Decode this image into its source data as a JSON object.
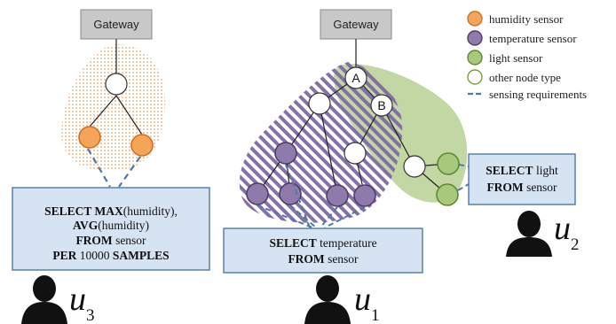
{
  "gateways": {
    "left": "Gateway",
    "right": "Gateway"
  },
  "node_labels": {
    "a": "A",
    "b": "B"
  },
  "legend": [
    {
      "label": "humidity  sensor",
      "icon": "humidity-sensor-icon",
      "fill": "#f5a55a",
      "stroke": "#d46f1f"
    },
    {
      "label": "temperature sensor",
      "icon": "temperature-sensor-icon",
      "fill": "#8e7bab",
      "stroke": "#4f3d6a"
    },
    {
      "label": "light sensor",
      "icon": "light-sensor-icon",
      "fill": "#a7c97b",
      "stroke": "#5f8a35"
    },
    {
      "label": "other node type",
      "icon": "other-node-icon",
      "fill": "#ffffff",
      "stroke": "#7aa040"
    },
    {
      "label": "sensing requirements",
      "icon": "dashed-line-icon",
      "fill": "",
      "stroke": "#4f78a8"
    }
  ],
  "queries": {
    "q3": {
      "l1_kw1": "SELECT MAX",
      "l1_rest": "(humidity),",
      "l2_kw": "AVG",
      "l2_rest": "(humidity)",
      "l3_kw": "FROM",
      "l3_rest": " sensor",
      "l4_kw1": "PER",
      "l4_mid": " 10000 ",
      "l4_kw2": "SAMPLES"
    },
    "q1": {
      "l1_kw": "SELECT",
      "l1_rest": " temperature",
      "l2_kw": "FROM",
      "l2_rest": " sensor"
    },
    "q2": {
      "l1_kw": "SELECT",
      "l1_rest": " light",
      "l2_kw": "FROM",
      "l2_rest": " sensor"
    }
  },
  "users": {
    "u3": {
      "letter": "u",
      "sub": "3"
    },
    "u1": {
      "letter": "u",
      "sub": "1"
    },
    "u2": {
      "letter": "u",
      "sub": "2"
    }
  },
  "colors": {
    "gateway_fill": "#c8c8c8",
    "query_box_fill": "#d5e3f3",
    "query_box_stroke": "#4f78a8",
    "humidity_region": "#f3b98a",
    "temperature_region": "#8e7bab",
    "light_region": "#bcd39a",
    "requirement_line": "#4f78a8"
  }
}
